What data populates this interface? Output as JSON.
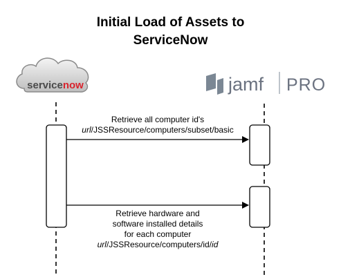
{
  "title": {
    "line1": "Initial Load of Assets to",
    "line2": "ServiceNow"
  },
  "participants": {
    "left": {
      "logo_text_service": "service",
      "logo_text_now": "now",
      "icon": "cloud-icon"
    },
    "right": {
      "logo_text_jamf": "jamf",
      "logo_text_pro": "PRO",
      "icon": "jamf-mark-icon"
    }
  },
  "messages": [
    {
      "line1": "Retrieve all computer id's",
      "line2_italic": "url",
      "line2_rest": "/JSSResource/computers/subset/basic"
    },
    {
      "line1": "Retrieve hardware and",
      "line2": "software installed details",
      "line3": "for each computer",
      "line4_italic_a": "url",
      "line4_mid": "/JSSResource/computers/id/",
      "line4_italic_b": "id"
    }
  ],
  "colors": {
    "servicenow_green": "#7ec142",
    "servicenow_red": "#d9232d",
    "jamf_gray": "#6b7280",
    "jamf_mark": "#7b8794"
  }
}
